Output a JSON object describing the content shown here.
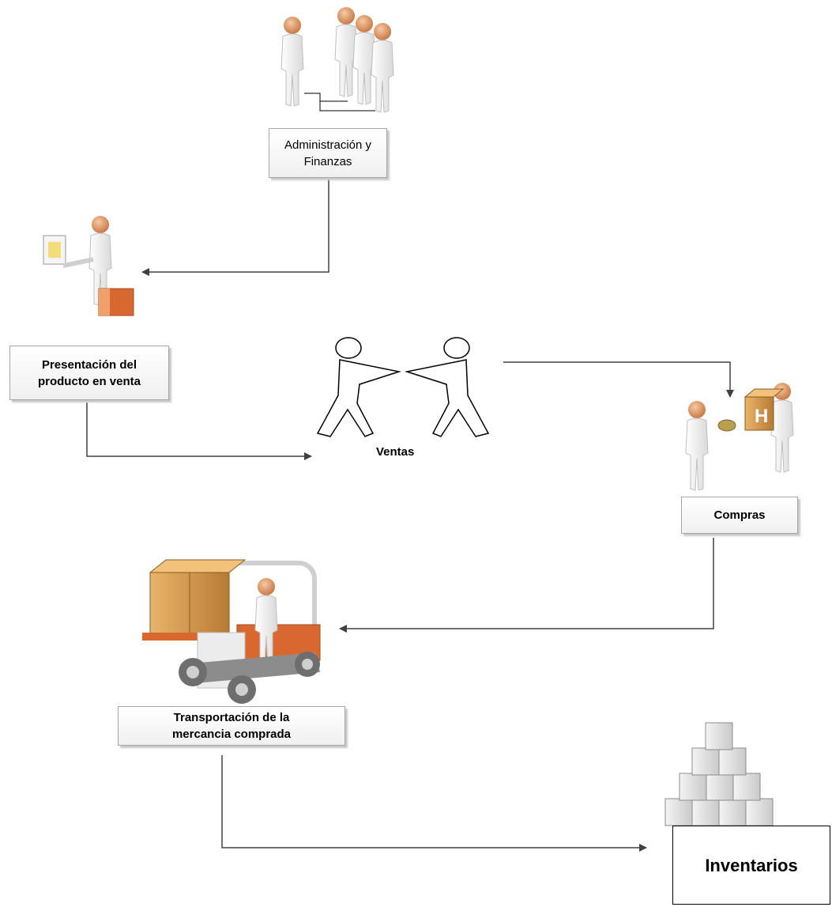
{
  "nodes": {
    "admin": {
      "label": "Administración y Finanzas",
      "line1": "Administración y",
      "line2": "Finanzas",
      "icon": "group-people-icon"
    },
    "presentacion": {
      "label": "Presentación del producto en venta",
      "line1": "Presentación del",
      "line2": "producto en venta",
      "icon": "salesperson-icon"
    },
    "ventas": {
      "label": "Ventas",
      "icon": "handshake-people-icon"
    },
    "compras": {
      "label": "Compras",
      "icon": "purchase-exchange-icon"
    },
    "transporte": {
      "label": "Transportación de la mercancia comprada",
      "line1": "Transportación de la",
      "line2": "mercancia comprada",
      "icon": "forklift-icon"
    },
    "inventarios": {
      "label": "Inventarios",
      "icon": "stacked-boxes-icon"
    }
  },
  "colors": {
    "arrow": "#404040",
    "box_border": "#a6a6a6",
    "accent_orange": "#d9682e",
    "skin": "#e8a36f"
  }
}
